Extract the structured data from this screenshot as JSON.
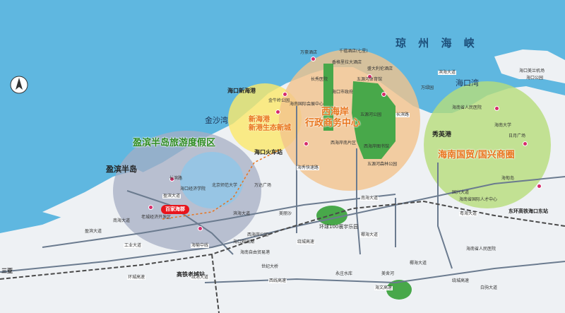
{
  "colors": {
    "sea": "#5fb7e0",
    "land": "#eef1f4",
    "green_zone": "#b7dd7a",
    "orange_zone": "#f2c38c",
    "yellow_zone": "#fbe96a",
    "gray_zone": "#a5aec4",
    "road": "#6b7b8f",
    "rail": "#4a4a4a",
    "highlight": "#e8141b"
  },
  "compass": {
    "icon": "north-arrow-icon"
  },
  "labels": {
    "strait": "琼 州 海 峡",
    "bay_haikou": "海口湾",
    "bay_jinsha": "金沙湾",
    "peninsula": "盈滨半岛",
    "zone_yingbin": "盈滨半岛旅游度假区",
    "zone_xinhai_1": "新海港",
    "zone_xinhai_2": "新港生态新城",
    "zone_xihaian_1": "西海岸",
    "zone_xihaian_2": "行政商务中心",
    "zone_free_trade": "海南国贸/国兴商圈",
    "highlight_project": "百家海郡",
    "xiuying_port": "秀英港",
    "xinhai_port": "海口新海港",
    "train_station": "海口火车站",
    "highrail_old_town": "高铁老城站",
    "highrail_east": "东环高铁海口东站",
    "park_100": "环球100寰宇乐园",
    "wanlv": "万绿园",
    "sanya": "三亚"
  },
  "pois": [
    "万豪酒店",
    "千禧酒店(七星)",
    "香格里拉大酒店",
    "长秀医院",
    "海南国际会展中心",
    "五源河体育馆",
    "五源河公园",
    "海口市政府",
    "盛大利伦酒店",
    "西海岸图书馆",
    "五源河森林公园",
    "西海岸南片区",
    "海南省人民医院",
    "海口美兰机场",
    "海口公园",
    "海南大学",
    "海甸岛",
    "国兴大道",
    "海南省国际人才中心",
    "日月广场",
    "海南省人民医院",
    "金牛岭公园",
    "万达广场",
    "美丽沙",
    "西海岸公园",
    "海口观澜湖",
    "海南自由贸易港",
    "世纪大桥",
    "滨海大道",
    "长滨路",
    "海口经济学院",
    "北京师范大学",
    "老城经济开发区",
    "盈滨大道",
    "南海大道",
    "绕城高速",
    "椰海大道",
    "美舍河",
    "永庄水库",
    "白驹大道"
  ],
  "roads": [
    "滨海大道",
    "长滨路",
    "南海大道",
    "椰海大道",
    "绕城高速",
    "海秀快速路",
    "粤海大道",
    "盈滨大道",
    "工业大道",
    "海榆中线",
    "疏港大道",
    "西线高速",
    "环城高速",
    "海文高速"
  ]
}
